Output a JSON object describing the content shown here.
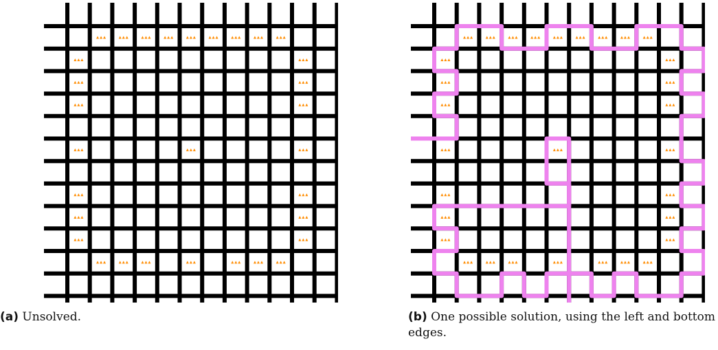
{
  "figure": {
    "grid_size": 13,
    "colors": {
      "grid": "#000000",
      "marker": "#ff8c00",
      "path": "#ee82ee"
    },
    "marker_icon": "triangle-cluster-icon",
    "markers": [
      [
        1,
        2
      ],
      [
        1,
        3
      ],
      [
        1,
        4
      ],
      [
        1,
        5
      ],
      [
        1,
        6
      ],
      [
        1,
        7
      ],
      [
        1,
        8
      ],
      [
        1,
        9
      ],
      [
        1,
        10
      ],
      [
        2,
        1
      ],
      [
        2,
        11
      ],
      [
        3,
        1
      ],
      [
        3,
        11
      ],
      [
        4,
        1
      ],
      [
        4,
        11
      ],
      [
        6,
        1
      ],
      [
        6,
        6
      ],
      [
        6,
        11
      ],
      [
        8,
        1
      ],
      [
        8,
        11
      ],
      [
        9,
        1
      ],
      [
        9,
        11
      ],
      [
        10,
        1
      ],
      [
        10,
        11
      ],
      [
        11,
        2
      ],
      [
        11,
        3
      ],
      [
        11,
        4
      ],
      [
        11,
        6
      ],
      [
        11,
        8
      ],
      [
        11,
        9
      ],
      [
        11,
        10
      ]
    ],
    "solution_path": [
      [
        12,
        6
      ],
      [
        11,
        6
      ],
      [
        11,
        5
      ],
      [
        10,
        5
      ],
      [
        10,
        6
      ],
      [
        10,
        7
      ],
      [
        11,
        7
      ],
      [
        11,
        8
      ],
      [
        10,
        8
      ],
      [
        10,
        9
      ],
      [
        11,
        9
      ],
      [
        11,
        10
      ],
      [
        10,
        10
      ],
      [
        10,
        11
      ],
      [
        9,
        11
      ],
      [
        9,
        12
      ],
      [
        8,
        12
      ],
      [
        8,
        11
      ],
      [
        7,
        11
      ],
      [
        7,
        12
      ],
      [
        6,
        12
      ],
      [
        6,
        11
      ],
      [
        5,
        11
      ],
      [
        5,
        12
      ],
      [
        4,
        12
      ],
      [
        4,
        11
      ],
      [
        3,
        11
      ],
      [
        3,
        12
      ],
      [
        2,
        12
      ],
      [
        2,
        11
      ],
      [
        1,
        11
      ],
      [
        1,
        10
      ],
      [
        2,
        10
      ],
      [
        2,
        9
      ],
      [
        1,
        9
      ],
      [
        1,
        8
      ],
      [
        2,
        8
      ],
      [
        2,
        7
      ],
      [
        1,
        7
      ],
      [
        1,
        6
      ],
      [
        2,
        6
      ],
      [
        2,
        5
      ],
      [
        1,
        5
      ],
      [
        1,
        4
      ],
      [
        2,
        4
      ],
      [
        2,
        3
      ],
      [
        1,
        3
      ],
      [
        1,
        2
      ],
      [
        2,
        2
      ],
      [
        2,
        1
      ],
      [
        3,
        1
      ],
      [
        3,
        2
      ],
      [
        4,
        2
      ],
      [
        4,
        1
      ],
      [
        5,
        1
      ],
      [
        5,
        2
      ],
      [
        6,
        2
      ],
      [
        6,
        1
      ],
      [
        7,
        1
      ],
      [
        7,
        2
      ],
      [
        8,
        2
      ],
      [
        8,
        1
      ],
      [
        9,
        1
      ],
      [
        9,
        2
      ],
      [
        10,
        2
      ],
      [
        10,
        1
      ],
      [
        11,
        1
      ],
      [
        11,
        2
      ],
      [
        12,
        2
      ],
      [
        12,
        1
      ],
      [
        13,
        1
      ],
      [
        13,
        2
      ],
      [
        12,
        2
      ],
      [
        12,
        3
      ],
      [
        12,
        4
      ],
      [
        12,
        5
      ]
    ]
  },
  "panels": [
    {
      "id": "a",
      "tag": "(a)",
      "caption": "Unsolved.",
      "show_path": false
    },
    {
      "id": "b",
      "tag": "(b)",
      "caption": "One possible solution, using the left and bottom edges.",
      "show_path": true
    }
  ]
}
